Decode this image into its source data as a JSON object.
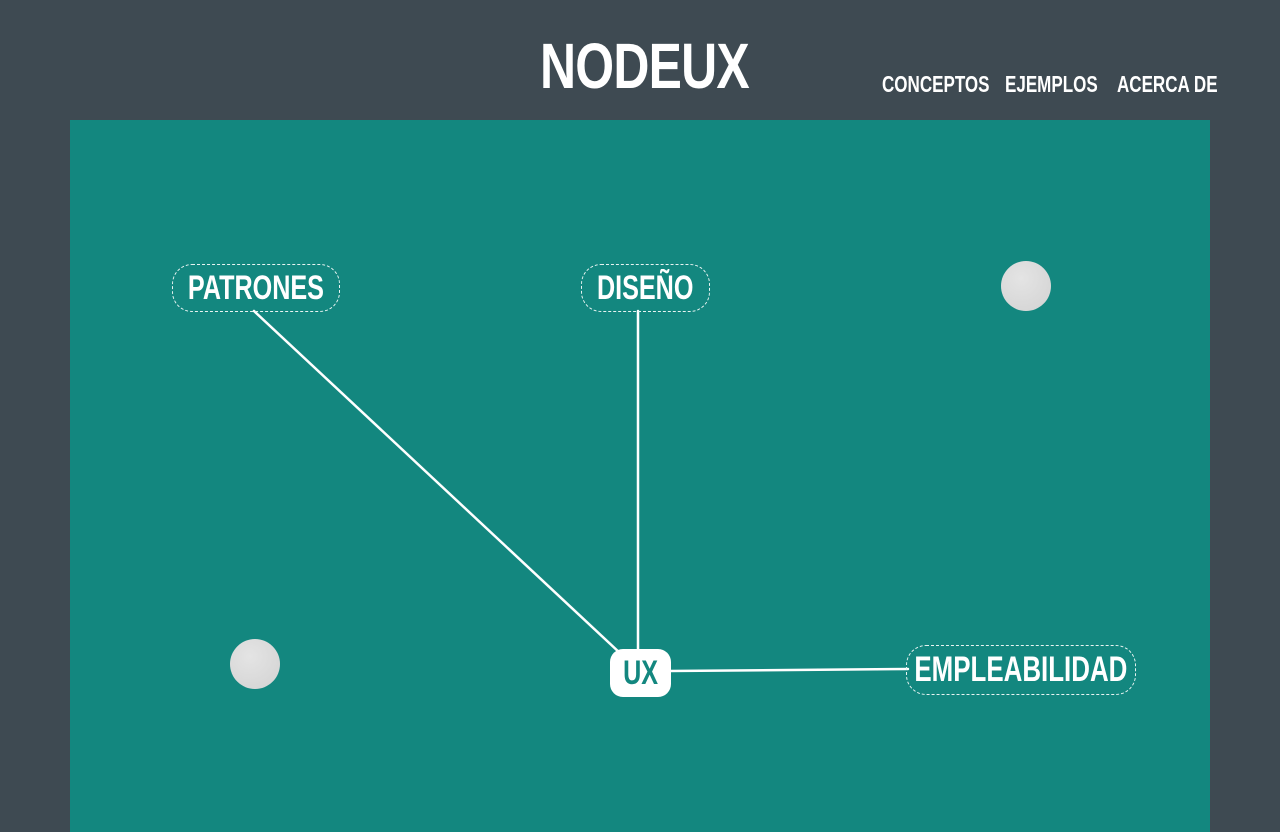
{
  "header": {
    "logo": "NODEUX",
    "nav": [
      "CONCEPTOS",
      "EJEMPLOS",
      "ACERCA DE"
    ]
  },
  "graph": {
    "center": "UX",
    "labels": [
      "PATRONES",
      "DISEÑO",
      "EMPLEABILIDAD"
    ]
  },
  "colors": {
    "page_background": "#3e4a52",
    "canvas_background": "#13877f",
    "node_dot": "#d9d9d9",
    "text": "#ffffff"
  }
}
